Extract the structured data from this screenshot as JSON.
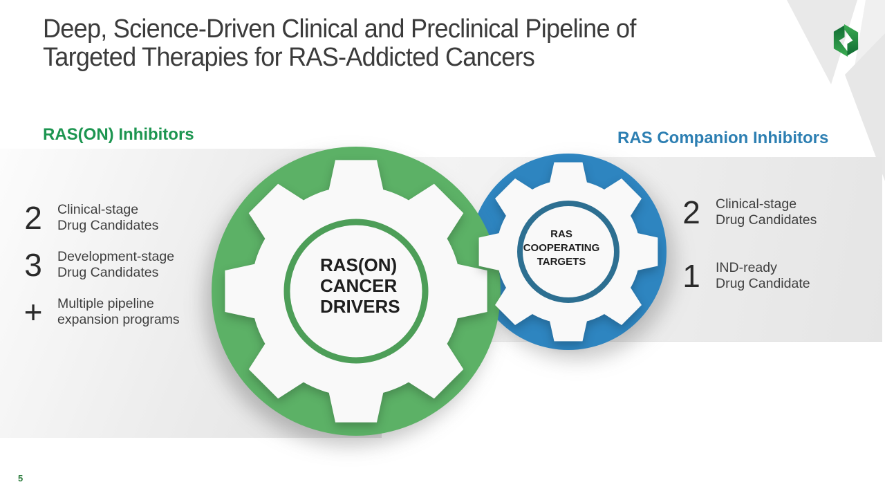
{
  "slide": {
    "title_line1": "Deep, Science-Driven Clinical and Preclinical Pipeline of",
    "title_line2": "Targeted Therapies for RAS-Addicted Cancers",
    "page_number": "5",
    "logo_colors": {
      "dark_green": "#106B33",
      "light_green": "#3BAC52"
    }
  },
  "left_panel": {
    "heading": "RAS(ON) Inhibitors",
    "heading_color": "#1C9550",
    "items": [
      {
        "value": "2",
        "line1": "Clinical-stage",
        "line2": "Drug Candidates"
      },
      {
        "value": "3",
        "line1": "Development-stage",
        "line2": "Drug Candidates"
      },
      {
        "value": "+",
        "line1": "Multiple pipeline",
        "line2": "expansion programs"
      }
    ]
  },
  "right_panel": {
    "heading": "RAS Companion Inhibitors",
    "heading_color": "#2D7FB2",
    "items": [
      {
        "value": "2",
        "line1": "Clinical-stage",
        "line2": "Drug Candidates"
      },
      {
        "value": "1",
        "line1": "IND-ready",
        "line2": "Drug Candidate"
      }
    ]
  },
  "diagram": {
    "green_gear": {
      "line1": "RAS(ON)",
      "line2": "CANCER",
      "line3": "DRIVERS",
      "fill": "#5CB166",
      "ring": "#4D9E58"
    },
    "blue_gear": {
      "line1": "RAS",
      "line2": "COOPERATING",
      "line3": "TARGETS",
      "fill": "#2E85C0",
      "ring": "#2D6F91"
    }
  }
}
